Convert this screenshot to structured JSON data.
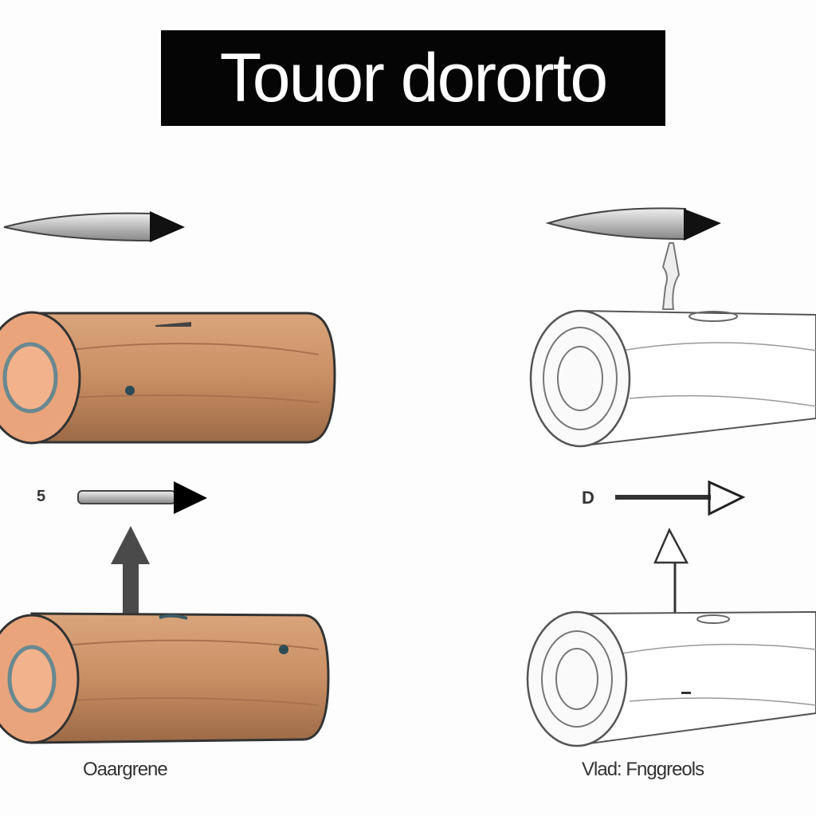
{
  "title": "Touor dororto",
  "labels": {
    "left_marker": "5",
    "right_marker": "D",
    "left_caption": "Oaargrene",
    "right_caption": "Vlad: Fnggreols"
  },
  "colors": {
    "wood": "#c98f64",
    "wood_dark": "#8a5a3a",
    "end_grain": "#f0b18a",
    "ring": "#5f7d86",
    "sketch": "#555555"
  }
}
